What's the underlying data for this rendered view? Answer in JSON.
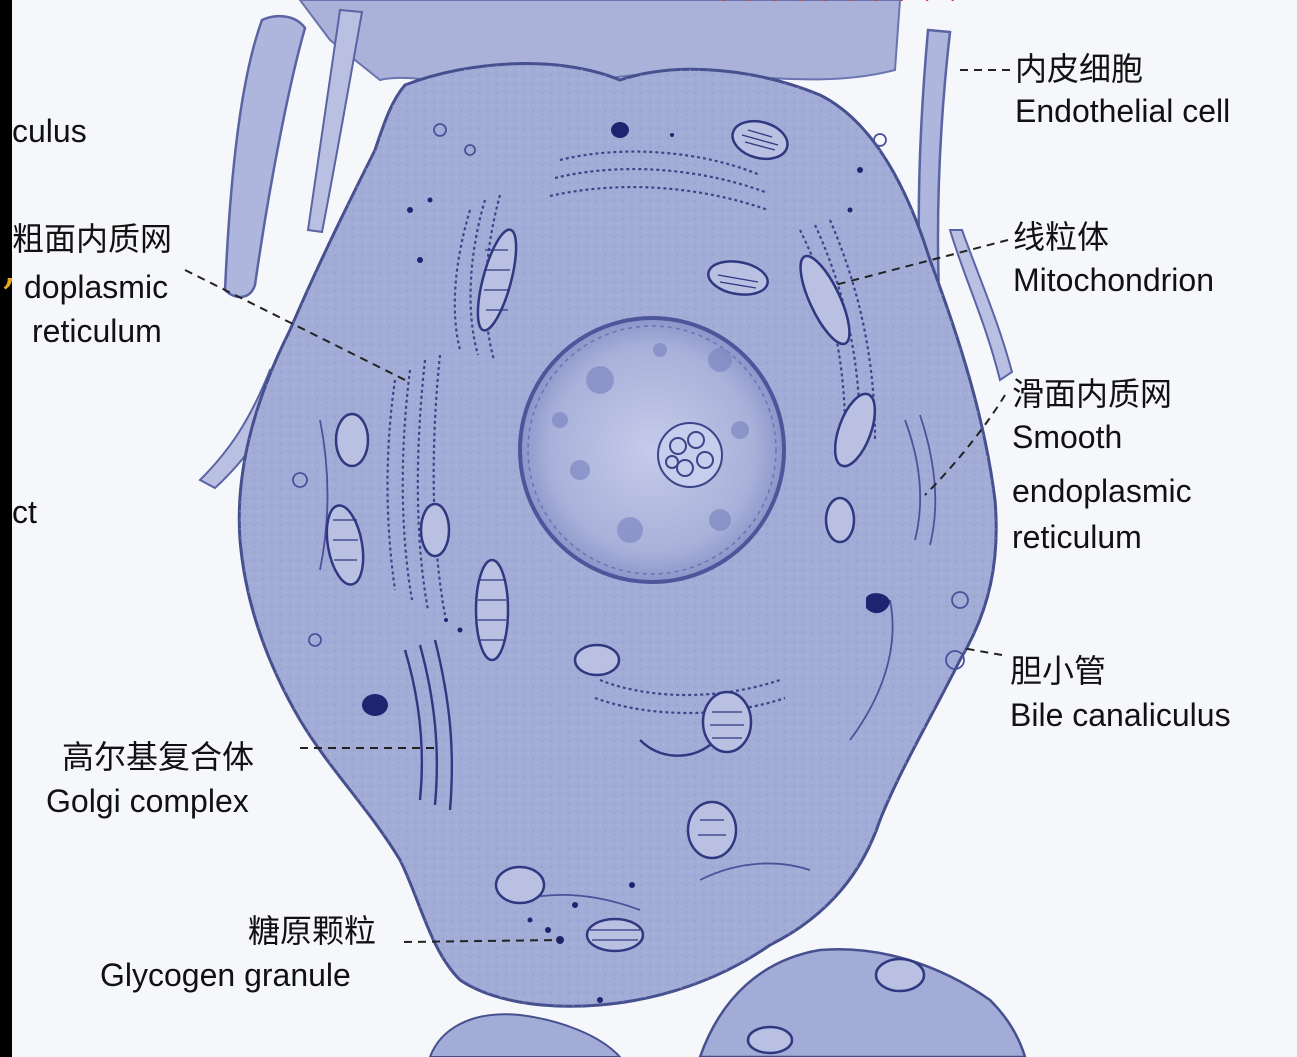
{
  "colors": {
    "background": "#000000",
    "paper": "#f6f7fb",
    "cytoplasm": "#a3acd6",
    "membrane": "#46508f",
    "nucleus": "#b2bade",
    "dark": "#1f2470",
    "label_text": "#111111",
    "accent": "#e6a81e"
  },
  "labels": {
    "endothelial_zh": "内皮细胞",
    "endothelial_en": "Endothelial cell",
    "mitochondrion_zh": "线粒体",
    "mitochondrion_en": "Mitochondrion",
    "ser_zh": "滑面内质网",
    "ser_en1": "Smooth",
    "ser_en2": "endoplasmic",
    "ser_en3": "reticulum",
    "bile_zh": "胆小管",
    "bile_en": "Bile canaliculus",
    "rer_zh": "粗面内质网",
    "rer_en1": "doplasmic",
    "rer_en2": "reticulum",
    "golgi_zh": "高尔基复合体",
    "golgi_en": "Golgi complex",
    "glycogen_zh": "糖原颗粒",
    "glycogen_en": "Glycogen granule",
    "left_cut_1": "culus",
    "left_cut_2": "ct",
    "accent_comma": ","
  }
}
